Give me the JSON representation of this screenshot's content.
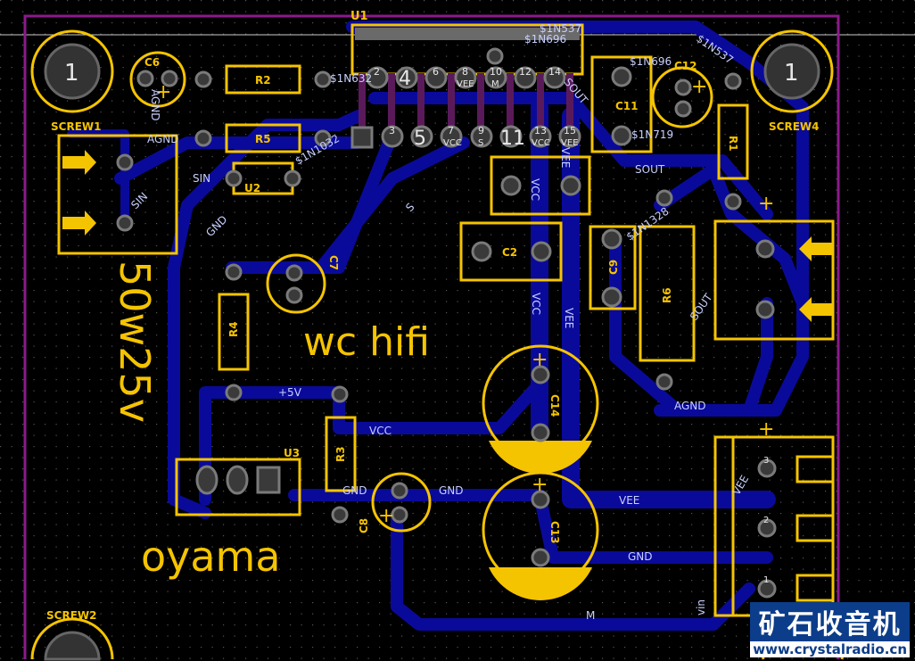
{
  "board": {
    "refs": {
      "U1": "U1",
      "U2": "U2",
      "U3": "U3",
      "C2": "C2",
      "C6": "C6",
      "C7": "C7",
      "C8": "C8",
      "C9": "C9",
      "C11": "C11",
      "C12": "C12",
      "C13": "C13",
      "C14": "C14",
      "R1": "R1",
      "R2": "R2",
      "R3": "R3",
      "R4": "R4",
      "R5": "R5",
      "R6": "R6",
      "SCREW1": "SCREW1",
      "SCREW2": "SCREW2",
      "SCREW4": "SCREW4"
    },
    "screw_number": "1",
    "text": {
      "title": "wc hifi",
      "spec": "50w25v",
      "author": "oyama"
    },
    "u1_pins": [
      "2",
      "4",
      "6",
      "8",
      "10",
      "12",
      "14",
      "3",
      "5",
      "7",
      "9",
      "11",
      "13",
      "15"
    ],
    "u1_pin_nets": {
      "8": "VEE",
      "10": "M",
      "7": "VCC",
      "9": "S",
      "13": "VCC",
      "15": "VEE"
    },
    "nets": {
      "n1N537": "$1N537",
      "n1N696": "$1N696",
      "n1N719": "$1N719",
      "n1N632": "$1N632",
      "n1N1032": "$1N1032",
      "n1N1328": "$1N1328",
      "agnd": "AGND",
      "gnd": "GND",
      "sin": "SIN",
      "sout": "SOUT",
      "vcc": "VCC",
      "vee": "VEE",
      "s": "S",
      "m": "M",
      "p5v": "+5V",
      "vin": "vin"
    },
    "conn_pins": [
      "1",
      "2",
      "3"
    ],
    "plus": "+"
  },
  "watermark": {
    "title": "矿石收音机",
    "url": "www.crystalradio.cn"
  },
  "colors": {
    "track": "#0a0a9a",
    "silk": "#f5c400",
    "edge": "#8b1a8b"
  }
}
